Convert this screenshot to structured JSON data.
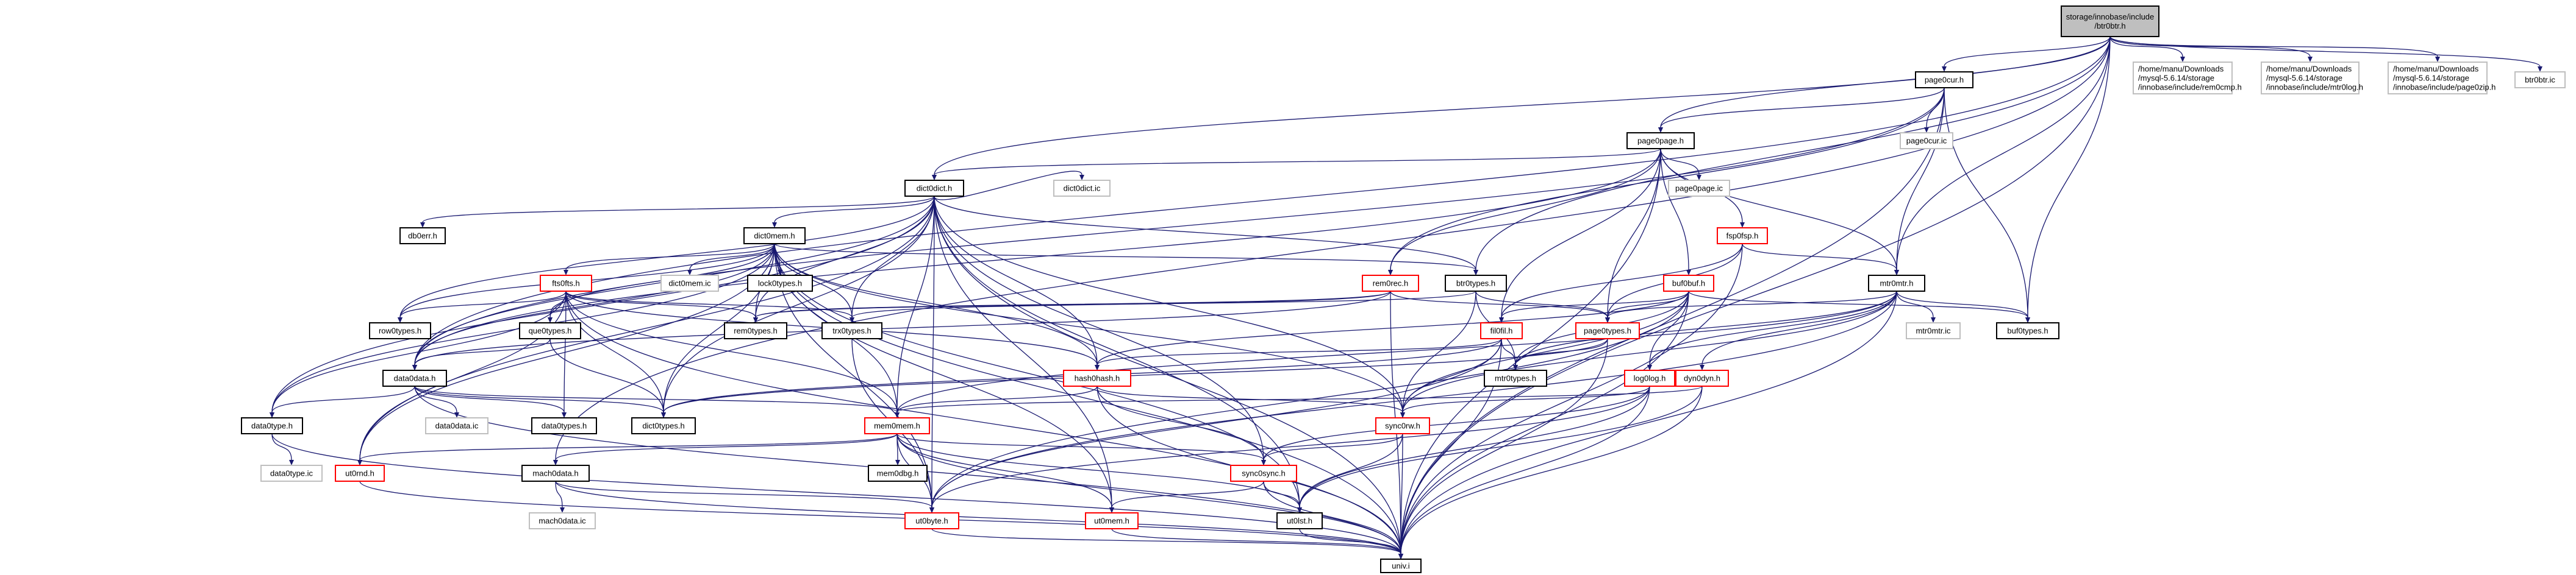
{
  "colors": {
    "edge": "#191970",
    "box": "#000000",
    "incomplete": "#ff0000",
    "leaf": "#bfbfbf",
    "root_fill": "#bfbfbf"
  },
  "nodes": [
    {
      "id": "root",
      "label": [
        "storage/innobase/include",
        "/btr0btr.h"
      ],
      "kind": "root"
    },
    {
      "id": "page0cur_h",
      "label": [
        "page0cur.h"
      ],
      "kind": "box"
    },
    {
      "id": "remcmp",
      "label": [
        "/home/manu/Downloads",
        "/mysql-5.6.14/storage",
        "/innobase/include/rem0cmp.h"
      ],
      "kind": "leaf"
    },
    {
      "id": "mtr0log",
      "label": [
        "/home/manu/Downloads",
        "/mysql-5.6.14/storage",
        "/innobase/include/mtr0log.h"
      ],
      "kind": "leaf"
    },
    {
      "id": "page0zip",
      "label": [
        "/home/manu/Downloads",
        "/mysql-5.6.14/storage",
        "/innobase/include/page0zip.h"
      ],
      "kind": "leaf"
    },
    {
      "id": "btr0btr_ic",
      "label": [
        "btr0btr.ic"
      ],
      "kind": "leaf"
    },
    {
      "id": "page0page_h",
      "label": [
        "page0page.h"
      ],
      "kind": "box"
    },
    {
      "id": "page0cur_ic",
      "label": [
        "page0cur.ic"
      ],
      "kind": "leaf"
    },
    {
      "id": "dict0dict_h",
      "label": [
        "dict0dict.h"
      ],
      "kind": "box"
    },
    {
      "id": "page0page_ic",
      "label": [
        "page0page.ic"
      ],
      "kind": "leaf"
    },
    {
      "id": "dict0dict_ic",
      "label": [
        "dict0dict.ic"
      ],
      "kind": "leaf"
    },
    {
      "id": "db0err_h",
      "label": [
        "db0err.h"
      ],
      "kind": "box"
    },
    {
      "id": "dict0mem_h",
      "label": [
        "dict0mem.h"
      ],
      "kind": "box"
    },
    {
      "id": "fsp0fsp_h",
      "label": [
        "fsp0fsp.h"
      ],
      "kind": "incomplete"
    },
    {
      "id": "dict0mem_ic",
      "label": [
        "dict0mem.ic"
      ],
      "kind": "leaf"
    },
    {
      "id": "lock0types_h",
      "label": [
        "lock0types.h"
      ],
      "kind": "box"
    },
    {
      "id": "rem0rec_h",
      "label": [
        "rem0rec.h"
      ],
      "kind": "incomplete"
    },
    {
      "id": "btr0types_h",
      "label": [
        "btr0types.h"
      ],
      "kind": "box"
    },
    {
      "id": "buf0buf_h",
      "label": [
        "buf0buf.h"
      ],
      "kind": "incomplete"
    },
    {
      "id": "mtr0mtr_h",
      "label": [
        "mtr0mtr.h"
      ],
      "kind": "box"
    },
    {
      "id": "fil0fil_h",
      "label": [
        "fil0fil.h"
      ],
      "kind": "incomplete"
    },
    {
      "id": "page0types_h",
      "label": [
        "page0types.h"
      ],
      "kind": "incomplete"
    },
    {
      "id": "mtr0mtr_ic",
      "label": [
        "mtr0mtr.ic"
      ],
      "kind": "leaf"
    },
    {
      "id": "buf0types_h",
      "label": [
        "buf0types.h"
      ],
      "kind": "box"
    },
    {
      "id": "fts0fts_h",
      "label": [
        "fts0fts.h"
      ],
      "kind": "incomplete"
    },
    {
      "id": "row0types_h",
      "label": [
        "row0types.h"
      ],
      "kind": "box"
    },
    {
      "id": "que0types_h",
      "label": [
        "que0types.h"
      ],
      "kind": "box"
    },
    {
      "id": "rem0types_h",
      "label": [
        "rem0types.h"
      ],
      "kind": "box"
    },
    {
      "id": "trx0types_h",
      "label": [
        "trx0types.h"
      ],
      "kind": "box"
    },
    {
      "id": "mtr0types_h",
      "label": [
        "mtr0types.h"
      ],
      "kind": "box"
    },
    {
      "id": "log0log_h",
      "label": [
        "log0log.h"
      ],
      "kind": "incomplete"
    },
    {
      "id": "dyn0dyn_h",
      "label": [
        "dyn0dyn.h"
      ],
      "kind": "incomplete"
    },
    {
      "id": "hash0hash_h",
      "label": [
        "hash0hash.h"
      ],
      "kind": "incomplete"
    },
    {
      "id": "data0data_h",
      "label": [
        "data0data.h"
      ],
      "kind": "box"
    },
    {
      "id": "dict0types_h",
      "label": [
        "dict0types.h"
      ],
      "kind": "box"
    },
    {
      "id": "data0type_h",
      "label": [
        "data0type.h"
      ],
      "kind": "box"
    },
    {
      "id": "data0data_ic",
      "label": [
        "data0data.ic"
      ],
      "kind": "leaf"
    },
    {
      "id": "data0types_h",
      "label": [
        "data0types.h"
      ],
      "kind": "box"
    },
    {
      "id": "mem0mem_h",
      "label": [
        "mem0mem.h"
      ],
      "kind": "incomplete"
    },
    {
      "id": "sync0rw_h",
      "label": [
        "sync0rw.h"
      ],
      "kind": "incomplete"
    },
    {
      "id": "data0type_ic",
      "label": [
        "data0type.ic"
      ],
      "kind": "leaf"
    },
    {
      "id": "ut0rnd_h",
      "label": [
        "ut0rnd.h"
      ],
      "kind": "incomplete"
    },
    {
      "id": "mach0data_h",
      "label": [
        "mach0data.h"
      ],
      "kind": "box"
    },
    {
      "id": "mem0dbg_h",
      "label": [
        "mem0dbg.h"
      ],
      "kind": "box"
    },
    {
      "id": "sync0sync_h",
      "label": [
        "sync0sync.h"
      ],
      "kind": "incomplete"
    },
    {
      "id": "mach0data_ic",
      "label": [
        "mach0data.ic"
      ],
      "kind": "leaf"
    },
    {
      "id": "ut0byte_h",
      "label": [
        "ut0byte.h"
      ],
      "kind": "incomplete"
    },
    {
      "id": "ut0mem_h",
      "label": [
        "ut0mem.h"
      ],
      "kind": "incomplete"
    },
    {
      "id": "ut0lst_h",
      "label": [
        "ut0lst.h"
      ],
      "kind": "box"
    },
    {
      "id": "univ_i",
      "label": [
        "univ.i"
      ],
      "kind": "box"
    }
  ],
  "edges": [
    [
      "root",
      "page0cur_h"
    ],
    [
      "root",
      "remcmp"
    ],
    [
      "root",
      "mtr0log"
    ],
    [
      "root",
      "page0zip"
    ],
    [
      "root",
      "btr0btr_ic"
    ],
    [
      "root",
      "page0page_h"
    ],
    [
      "root",
      "dict0dict_h"
    ],
    [
      "root",
      "btr0types_h"
    ],
    [
      "root",
      "mtr0mtr_h"
    ],
    [
      "root",
      "buf0types_h"
    ],
    [
      "root",
      "data0data_h"
    ],
    [
      "root",
      "mach0data_h"
    ],
    [
      "root",
      "univ_i"
    ],
    [
      "page0cur_h",
      "page0page_h"
    ],
    [
      "page0cur_h",
      "page0cur_ic"
    ],
    [
      "page0cur_h",
      "rem0rec_h"
    ],
    [
      "page0cur_h",
      "mtr0mtr_h"
    ],
    [
      "page0cur_h",
      "buf0types_h"
    ],
    [
      "page0cur_h",
      "univ_i"
    ],
    [
      "page0cur_h",
      "data0data_h"
    ],
    [
      "page0page_h",
      "dict0dict_h"
    ],
    [
      "page0page_h",
      "page0page_ic"
    ],
    [
      "page0page_h",
      "fsp0fsp_h"
    ],
    [
      "page0page_h",
      "rem0rec_h"
    ],
    [
      "page0page_h",
      "buf0buf_h"
    ],
    [
      "page0page_h",
      "mtr0mtr_h"
    ],
    [
      "page0page_h",
      "page0types_h"
    ],
    [
      "page0page_h",
      "fil0fil_h"
    ],
    [
      "page0page_h",
      "data0data_h"
    ],
    [
      "page0page_h",
      "univ_i"
    ],
    [
      "dict0dict_h",
      "db0err_h"
    ],
    [
      "dict0dict_h",
      "dict0mem_h"
    ],
    [
      "dict0dict_h",
      "dict0dict_ic"
    ],
    [
      "dict0dict_h",
      "btr0types_h"
    ],
    [
      "dict0dict_h",
      "row0types_h"
    ],
    [
      "dict0dict_h",
      "trx0types_h"
    ],
    [
      "dict0dict_h",
      "rem0types_h"
    ],
    [
      "dict0dict_h",
      "data0data_h"
    ],
    [
      "dict0dict_h",
      "data0type_h"
    ],
    [
      "dict0dict_h",
      "dict0types_h"
    ],
    [
      "dict0dict_h",
      "mem0mem_h"
    ],
    [
      "dict0dict_h",
      "hash0hash_h"
    ],
    [
      "dict0dict_h",
      "sync0rw_h"
    ],
    [
      "dict0dict_h",
      "sync0sync_h"
    ],
    [
      "dict0dict_h",
      "ut0rnd_h"
    ],
    [
      "dict0dict_h",
      "ut0byte_h"
    ],
    [
      "dict0dict_h",
      "ut0mem_h"
    ],
    [
      "dict0dict_h",
      "ut0lst_h"
    ],
    [
      "dict0dict_h",
      "univ_i"
    ],
    [
      "dict0mem_h",
      "dict0mem_ic"
    ],
    [
      "dict0mem_h",
      "lock0types_h"
    ],
    [
      "dict0mem_h",
      "fts0fts_h"
    ],
    [
      "dict0mem_h",
      "que0types_h"
    ],
    [
      "dict0mem_h",
      "row0types_h"
    ],
    [
      "dict0mem_h",
      "rem0types_h"
    ],
    [
      "dict0mem_h",
      "trx0types_h"
    ],
    [
      "dict0mem_h",
      "btr0types_h"
    ],
    [
      "dict0mem_h",
      "data0data_h"
    ],
    [
      "dict0mem_h",
      "dict0types_h"
    ],
    [
      "dict0mem_h",
      "data0type_h"
    ],
    [
      "dict0mem_h",
      "mem0mem_h"
    ],
    [
      "dict0mem_h",
      "hash0hash_h"
    ],
    [
      "dict0mem_h",
      "sync0rw_h"
    ],
    [
      "dict0mem_h",
      "ut0rnd_h"
    ],
    [
      "dict0mem_h",
      "ut0byte_h"
    ],
    [
      "dict0mem_h",
      "ut0mem_h"
    ],
    [
      "dict0mem_h",
      "ut0lst_h"
    ],
    [
      "dict0mem_h",
      "univ_i"
    ],
    [
      "fsp0fsp_h",
      "mtr0mtr_h"
    ],
    [
      "fsp0fsp_h",
      "page0types_h"
    ],
    [
      "fsp0fsp_h",
      "fil0fil_h"
    ],
    [
      "fsp0fsp_h",
      "univ_i"
    ],
    [
      "rem0rec_h",
      "rem0types_h"
    ],
    [
      "rem0rec_h",
      "trx0types_h"
    ],
    [
      "rem0rec_h",
      "page0types_h"
    ],
    [
      "rem0rec_h",
      "data0data_h"
    ],
    [
      "rem0rec_h",
      "univ_i"
    ],
    [
      "btr0types_h",
      "page0types_h"
    ],
    [
      "btr0types_h",
      "rem0types_h"
    ],
    [
      "btr0types_h",
      "mtr0types_h"
    ],
    [
      "btr0types_h",
      "sync0rw_h"
    ],
    [
      "buf0buf_h",
      "mtr0types_h"
    ],
    [
      "buf0buf_h",
      "buf0types_h"
    ],
    [
      "buf0buf_h",
      "page0types_h"
    ],
    [
      "buf0buf_h",
      "fil0fil_h"
    ],
    [
      "buf0buf_h",
      "log0log_h"
    ],
    [
      "buf0buf_h",
      "hash0hash_h"
    ],
    [
      "buf0buf_h",
      "ut0byte_h"
    ],
    [
      "buf0buf_h",
      "sync0rw_h"
    ],
    [
      "buf0buf_h",
      "univ_i"
    ],
    [
      "mtr0mtr_h",
      "mtr0mtr_ic"
    ],
    [
      "mtr0mtr_h",
      "buf0types_h"
    ],
    [
      "mtr0mtr_h",
      "mtr0types_h"
    ],
    [
      "mtr0mtr_h",
      "page0types_h"
    ],
    [
      "mtr0mtr_h",
      "dyn0dyn_h"
    ],
    [
      "mtr0mtr_h",
      "log0log_h"
    ],
    [
      "mtr0mtr_h",
      "sync0rw_h"
    ],
    [
      "mtr0mtr_h",
      "ut0byte_h"
    ],
    [
      "mtr0mtr_h",
      "mem0mem_h"
    ],
    [
      "mtr0mtr_h",
      "univ_i"
    ],
    [
      "fil0fil_h",
      "dict0types_h"
    ],
    [
      "fil0fil_h",
      "ut0byte_h"
    ],
    [
      "fil0fil_h",
      "sync0rw_h"
    ],
    [
      "fil0fil_h",
      "mtr0types_h"
    ],
    [
      "fil0fil_h",
      "univ_i"
    ],
    [
      "fil0fil_h",
      "hash0hash_h"
    ],
    [
      "page0types_h",
      "dict0types_h"
    ],
    [
      "page0types_h",
      "mtr0types_h"
    ],
    [
      "page0types_h",
      "univ_i"
    ],
    [
      "fts0fts_h",
      "row0types_h"
    ],
    [
      "fts0fts_h",
      "trx0types_h"
    ],
    [
      "fts0fts_h",
      "data0type_h"
    ],
    [
      "fts0fts_h",
      "data0types_h"
    ],
    [
      "fts0fts_h",
      "dict0types_h"
    ],
    [
      "fts0fts_h",
      "hash0hash_h"
    ],
    [
      "fts0fts_h",
      "mem0mem_h"
    ],
    [
      "fts0fts_h",
      "rem0types_h"
    ],
    [
      "fts0fts_h",
      "que0types_h"
    ],
    [
      "fts0fts_h",
      "ut0rnd_h"
    ],
    [
      "fts0fts_h",
      "univ_i"
    ],
    [
      "que0types_h",
      "data0data_h"
    ],
    [
      "que0types_h",
      "dict0types_h"
    ],
    [
      "trx0types_h",
      "ut0byte_h"
    ],
    [
      "log0log_h",
      "ut0byte_h"
    ],
    [
      "log0log_h",
      "ut0lst_h"
    ],
    [
      "log0log_h",
      "sync0sync_h"
    ],
    [
      "log0log_h",
      "sync0rw_h"
    ],
    [
      "log0log_h",
      "univ_i"
    ],
    [
      "dyn0dyn_h",
      "mem0mem_h"
    ],
    [
      "dyn0dyn_h",
      "ut0lst_h"
    ],
    [
      "dyn0dyn_h",
      "univ_i"
    ],
    [
      "hash0hash_h",
      "mem0mem_h"
    ],
    [
      "hash0hash_h",
      "sync0rw_h"
    ],
    [
      "hash0hash_h",
      "sync0sync_h"
    ],
    [
      "hash0hash_h",
      "univ_i"
    ],
    [
      "data0data_h",
      "data0types_h"
    ],
    [
      "data0data_h",
      "data0type_h"
    ],
    [
      "data0data_h",
      "dict0types_h"
    ],
    [
      "data0data_h",
      "mem0mem_h"
    ],
    [
      "data0data_h",
      "data0data_ic"
    ],
    [
      "data0data_h",
      "univ_i"
    ],
    [
      "data0type_h",
      "data0type_ic"
    ],
    [
      "data0type_h",
      "univ_i"
    ],
    [
      "mem0mem_h",
      "mem0dbg_h"
    ],
    [
      "mem0mem_h",
      "ut0mem_h"
    ],
    [
      "mem0mem_h",
      "ut0byte_h"
    ],
    [
      "mem0mem_h",
      "ut0rnd_h"
    ],
    [
      "mem0mem_h",
      "mach0data_h"
    ],
    [
      "mem0mem_h",
      "sync0sync_h"
    ],
    [
      "mem0mem_h",
      "ut0lst_h"
    ],
    [
      "mem0mem_h",
      "univ_i"
    ],
    [
      "sync0rw_h",
      "sync0sync_h"
    ],
    [
      "sync0rw_h",
      "ut0lst_h"
    ],
    [
      "sync0rw_h",
      "univ_i"
    ],
    [
      "ut0rnd_h",
      "univ_i"
    ],
    [
      "mach0data_h",
      "mach0data_ic"
    ],
    [
      "mach0data_h",
      "ut0byte_h"
    ],
    [
      "mach0data_h",
      "univ_i"
    ],
    [
      "sync0sync_h",
      "ut0mem_h"
    ],
    [
      "sync0sync_h",
      "ut0lst_h"
    ],
    [
      "sync0sync_h",
      "univ_i"
    ],
    [
      "ut0byte_h",
      "univ_i"
    ],
    [
      "ut0mem_h",
      "univ_i"
    ],
    [
      "ut0lst_h",
      "univ_i"
    ]
  ]
}
